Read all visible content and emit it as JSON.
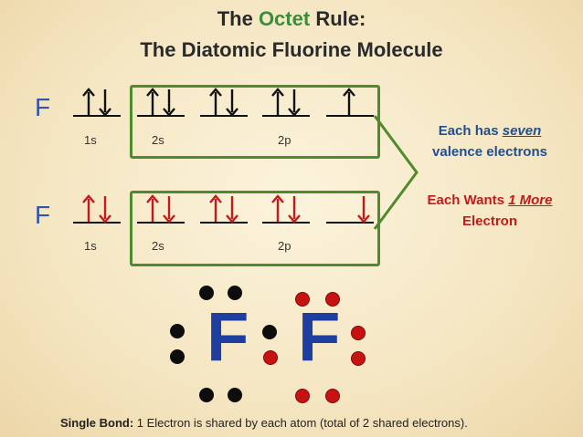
{
  "title": {
    "line1_prefix": "The",
    "line1_highlight": "Octet",
    "line1_suffix": "Rule:",
    "line2": "The Diatomic Fluorine Molecule"
  },
  "atoms": [
    {
      "symbol": "F",
      "arrow_color": "#111111",
      "orbitals": [
        {
          "up": true,
          "down": true
        },
        {
          "up": true,
          "down": true
        },
        {
          "up": true,
          "down": true
        },
        {
          "up": true,
          "down": true
        },
        {
          "up": true,
          "down": false
        }
      ],
      "labels": {
        "s1": "1s",
        "s2": "2s",
        "p2": "2p"
      }
    },
    {
      "symbol": "F",
      "arrow_color": "#c41a1a",
      "orbitals": [
        {
          "up": true,
          "down": true
        },
        {
          "up": true,
          "down": true
        },
        {
          "up": true,
          "down": true
        },
        {
          "up": true,
          "down": true
        },
        {
          "up": false,
          "down": true
        }
      ],
      "labels": {
        "s1": "1s",
        "s2": "2s",
        "p2": "2p"
      }
    }
  ],
  "notes": {
    "each_has_prefix": "Each has ",
    "each_has_emph": "seven",
    "each_has_suffix": "valence electrons",
    "wants_prefix": "Each Wants ",
    "wants_emph": "1 More",
    "wants_suffix": "Electron"
  },
  "lewis": {
    "left_symbol": "F",
    "right_symbol": "F",
    "left_dot_color": "#0d0d0d",
    "right_dot_color": "#c81212"
  },
  "footer": {
    "bold": "Single Bond:",
    "text": " 1 Electron is shared by each atom (total of 2 shared electrons)."
  },
  "colors": {
    "box_green": "#4f8a2c",
    "octet_green": "#3c8c3c",
    "blue_note": "#1f4f8f",
    "red_note": "#c41a1a",
    "letter_blue": "#2f56a8"
  }
}
